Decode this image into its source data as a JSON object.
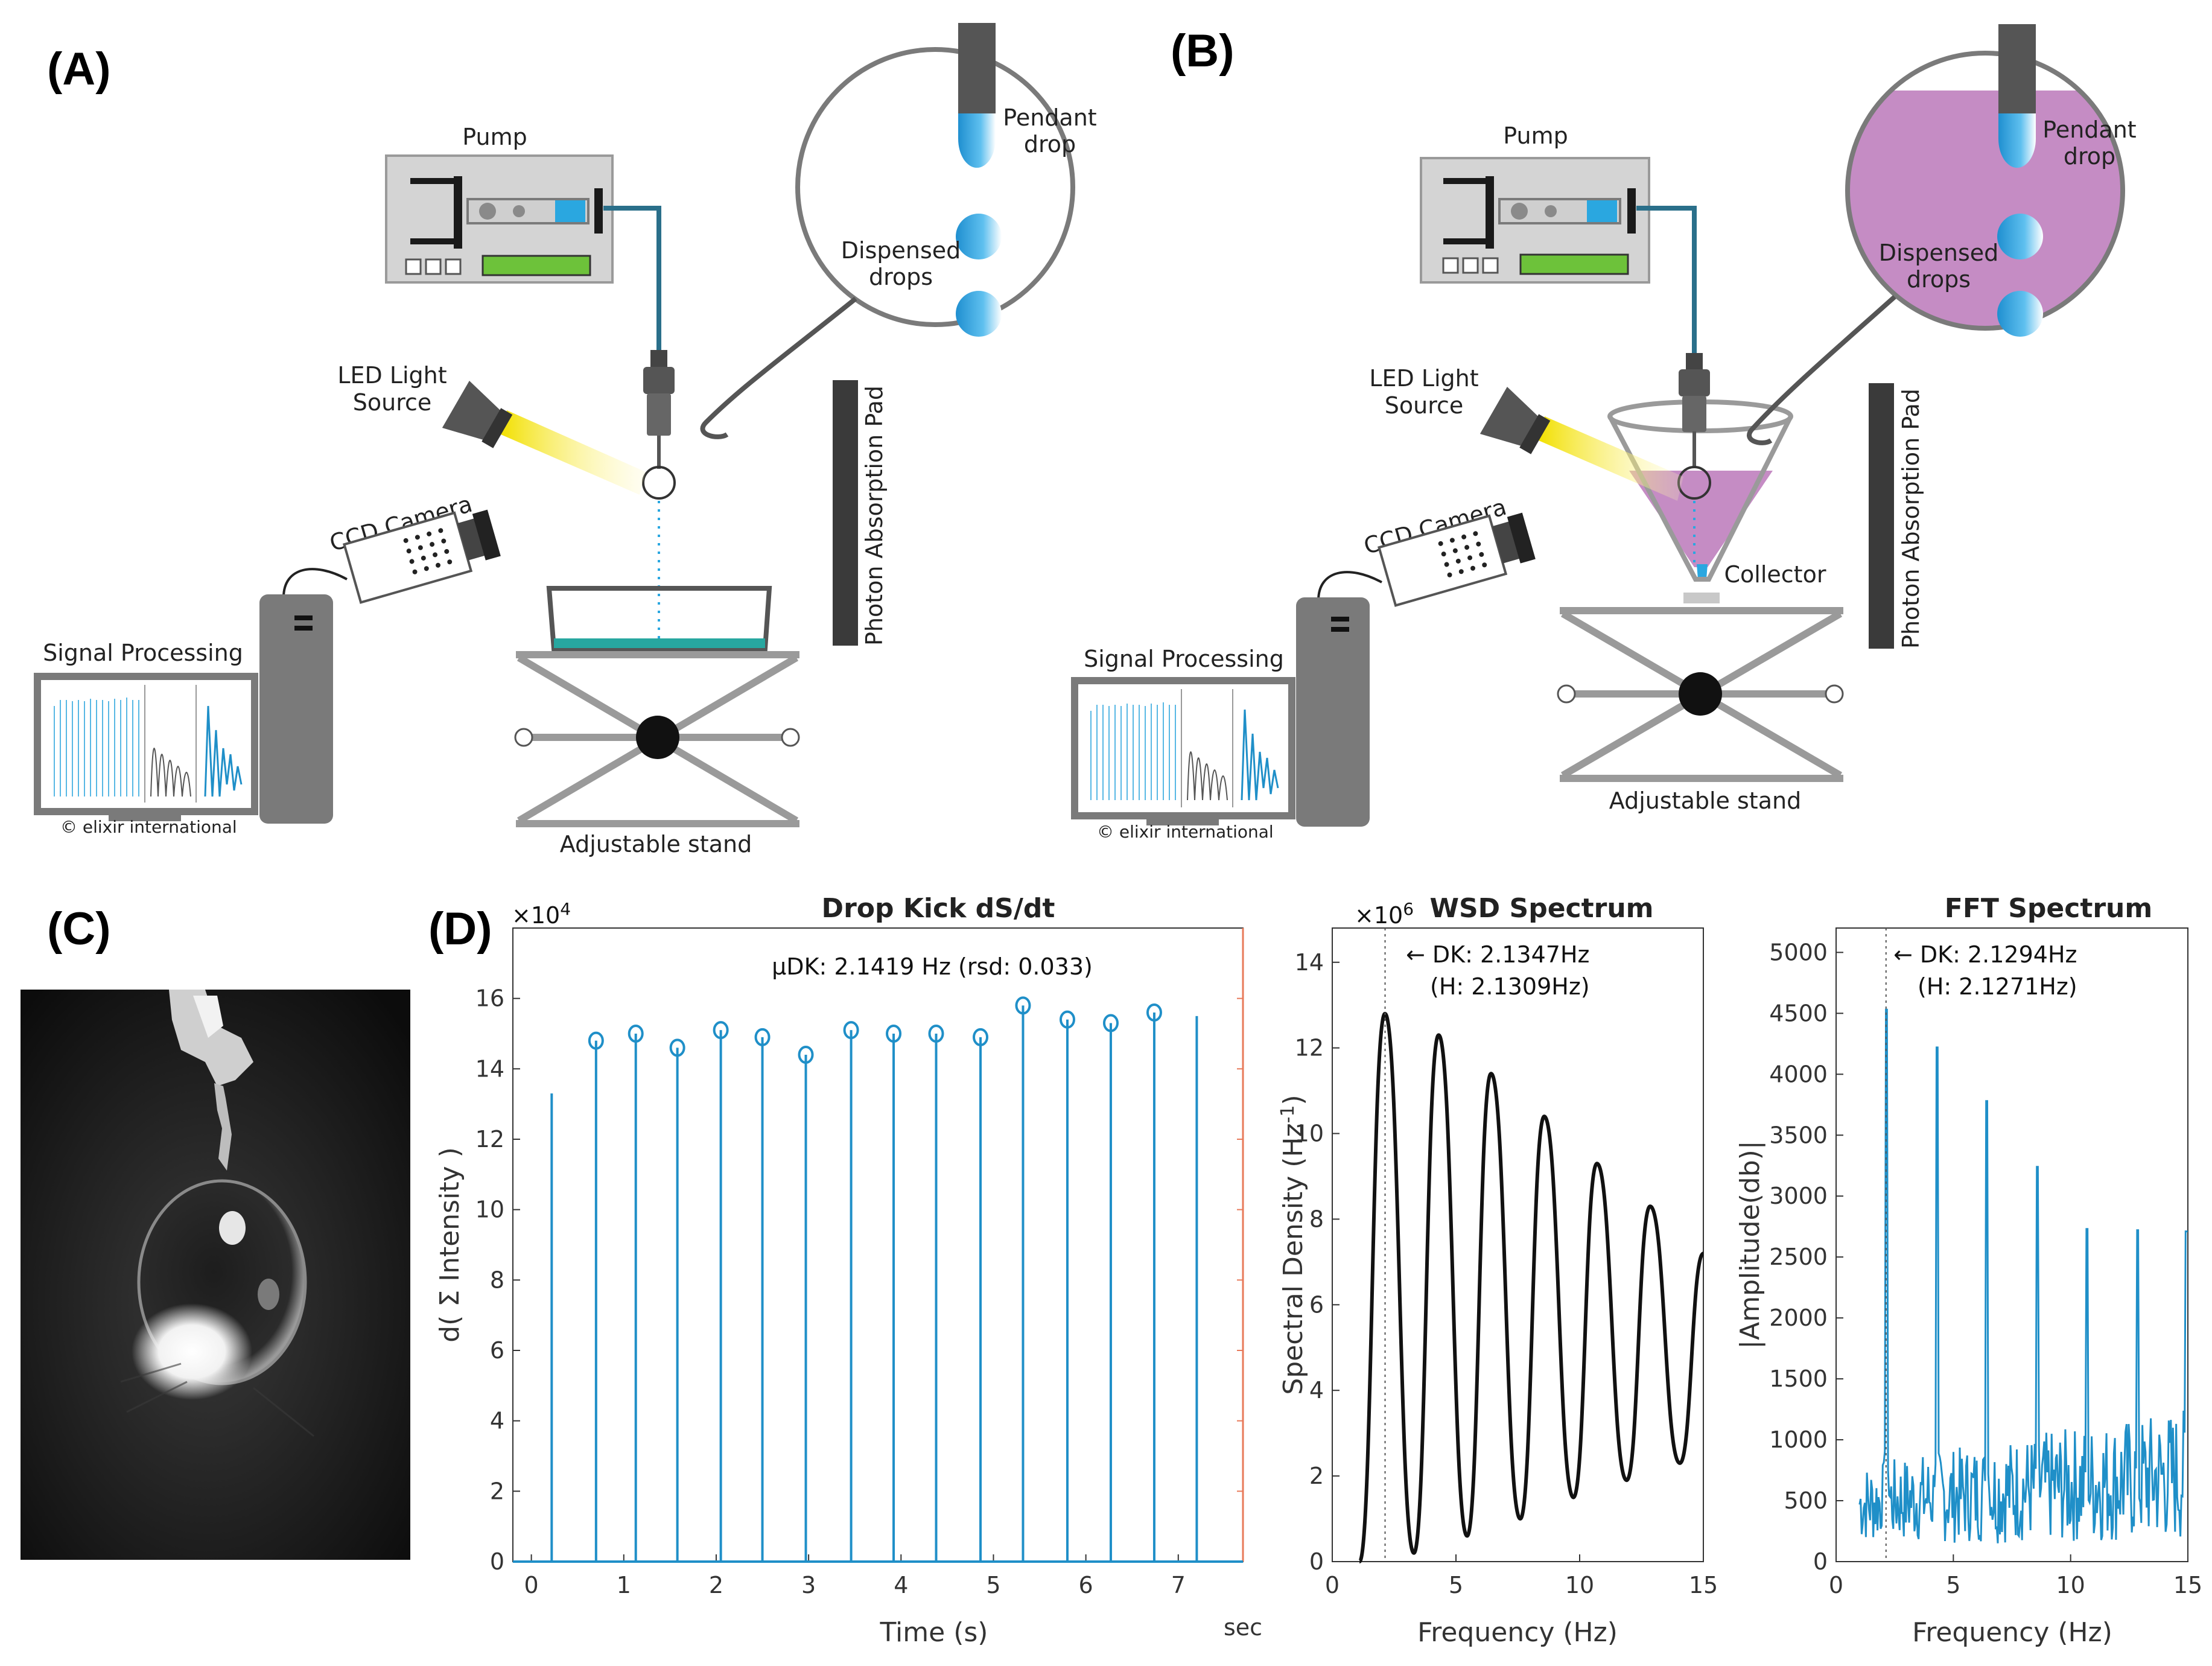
{
  "panel_labels": [
    "(A)",
    "(B)",
    "(C)",
    "(D)"
  ],
  "panel_a": {
    "pump": "Pump",
    "pendant": [
      "Pendant",
      "drop"
    ],
    "dispensed": [
      "Dispensed",
      "drops"
    ],
    "led": [
      "LED Light",
      "Source"
    ],
    "ccd": "CCD Camera",
    "pad": "Photon Absorption Pad",
    "signal": "Signal Processing",
    "copyright": "© elixir international",
    "stand": "Adjustable stand"
  },
  "panel_b": {
    "pump": "Pump",
    "pendant": [
      "Pendant",
      "drop"
    ],
    "dispensed": [
      "Dispensed",
      "drops"
    ],
    "led": [
      "LED Light",
      "Source"
    ],
    "ccd": "CCD Camera",
    "collector": "Collector",
    "pad": "Photon Absorption Pad",
    "signal": "Signal Processing",
    "copyright": "© elixir international",
    "stand": "Adjustable stand"
  },
  "colors": {
    "series": "#1f8fc8",
    "droplet": "#2aa7e0",
    "collector_liquid": "#c58cc4",
    "right_axis": "#e87a5a",
    "pump_screen": "#6dc23a",
    "tray_liquid": "#27a7a0"
  },
  "chart_data": [
    {
      "type": "stem",
      "title": "Drop Kick dS/dt",
      "annotation": "μDK: 2.1419 Hz (rsd: 0.033)",
      "xlabel": "Time (s)",
      "x_unit_label": "sec",
      "ylabel": "d( Σ Intensity )",
      "y_multiplier": "×10^4",
      "xlim": [
        -0.2,
        7.7
      ],
      "ylim": [
        0,
        18
      ],
      "xticks": [
        0,
        1,
        2,
        3,
        4,
        5,
        6,
        7
      ],
      "yticks": [
        0,
        2,
        4,
        6,
        8,
        10,
        12,
        14,
        16
      ],
      "stems": [
        {
          "x": 0.22,
          "y": 13.3
        },
        {
          "x": 0.7,
          "y": 14.8
        },
        {
          "x": 1.13,
          "y": 15.0
        },
        {
          "x": 1.58,
          "y": 14.6
        },
        {
          "x": 2.05,
          "y": 15.1
        },
        {
          "x": 2.5,
          "y": 14.9
        },
        {
          "x": 2.97,
          "y": 14.4
        },
        {
          "x": 3.46,
          "y": 15.1
        },
        {
          "x": 3.92,
          "y": 15.0
        },
        {
          "x": 4.38,
          "y": 15.0
        },
        {
          "x": 4.86,
          "y": 14.9
        },
        {
          "x": 5.32,
          "y": 15.8
        },
        {
          "x": 5.8,
          "y": 15.4
        },
        {
          "x": 6.27,
          "y": 15.3
        },
        {
          "x": 6.74,
          "y": 15.6
        },
        {
          "x": 7.2,
          "y": 15.5
        }
      ],
      "markers": [
        {
          "x": 0.7,
          "y": 14.8
        },
        {
          "x": 1.13,
          "y": 15.0
        },
        {
          "x": 1.58,
          "y": 14.6
        },
        {
          "x": 2.05,
          "y": 15.1
        },
        {
          "x": 2.5,
          "y": 14.9
        },
        {
          "x": 2.97,
          "y": 14.4
        },
        {
          "x": 3.46,
          "y": 15.1
        },
        {
          "x": 3.92,
          "y": 15.0
        },
        {
          "x": 4.38,
          "y": 15.0
        },
        {
          "x": 4.86,
          "y": 14.9
        },
        {
          "x": 5.32,
          "y": 15.8
        },
        {
          "x": 5.8,
          "y": 15.4
        },
        {
          "x": 6.27,
          "y": 15.3
        },
        {
          "x": 6.74,
          "y": 15.6
        }
      ]
    },
    {
      "type": "line",
      "title": "WSD Spectrum",
      "annotation_lines": [
        "← DK: 2.1347Hz",
        "(H: 2.1309Hz)"
      ],
      "marker_x": 2.1347,
      "xlabel": "Frequency (Hz)",
      "ylabel": "Spectral Density (Hz⁻¹)",
      "y_multiplier": "×10^6",
      "xlim": [
        0,
        15
      ],
      "ylim": [
        0,
        14.8
      ],
      "xticks": [
        0,
        5,
        10,
        15
      ],
      "yticks": [
        0,
        2,
        4,
        6,
        8,
        10,
        12,
        14
      ],
      "peaks": [
        {
          "x": 2.13,
          "y": 12.8
        },
        {
          "x": 4.3,
          "y": 12.3
        },
        {
          "x": 6.42,
          "y": 11.4
        },
        {
          "x": 8.57,
          "y": 10.4
        },
        {
          "x": 10.7,
          "y": 9.3
        },
        {
          "x": 12.85,
          "y": 8.3
        },
        {
          "x": 15.0,
          "y": 7.2
        }
      ],
      "troughs": [
        {
          "x": 3.3,
          "y": 0.2
        },
        {
          "x": 5.45,
          "y": 0.6
        },
        {
          "x": 7.6,
          "y": 1.0
        },
        {
          "x": 9.75,
          "y": 1.5
        },
        {
          "x": 11.9,
          "y": 1.9
        },
        {
          "x": 14.05,
          "y": 2.3
        }
      ],
      "start": {
        "x": 1.1,
        "y": 0
      }
    },
    {
      "type": "line",
      "title": "FFT Spectrum",
      "annotation_lines": [
        "← DK: 2.1294Hz",
        "(H: 2.1271Hz)"
      ],
      "marker_x": 2.1294,
      "xlabel": "Frequency (Hz)",
      "ylabel": "|Amplitude(db)|",
      "xlim": [
        0,
        15
      ],
      "ylim": [
        0,
        5200
      ],
      "xticks": [
        0,
        5,
        10,
        15
      ],
      "yticks": [
        0,
        500,
        1000,
        1500,
        2000,
        2500,
        3000,
        3500,
        4000,
        4500,
        5000
      ],
      "peaks": [
        {
          "x": 2.13,
          "y": 4530
        },
        {
          "x": 4.3,
          "y": 4220
        },
        {
          "x": 6.43,
          "y": 3780
        },
        {
          "x": 8.57,
          "y": 3240
        },
        {
          "x": 10.7,
          "y": 2730
        },
        {
          "x": 12.85,
          "y": 2720
        },
        {
          "x": 14.95,
          "y": 2710
        }
      ],
      "noise_floor": [
        300,
        1300
      ]
    }
  ]
}
